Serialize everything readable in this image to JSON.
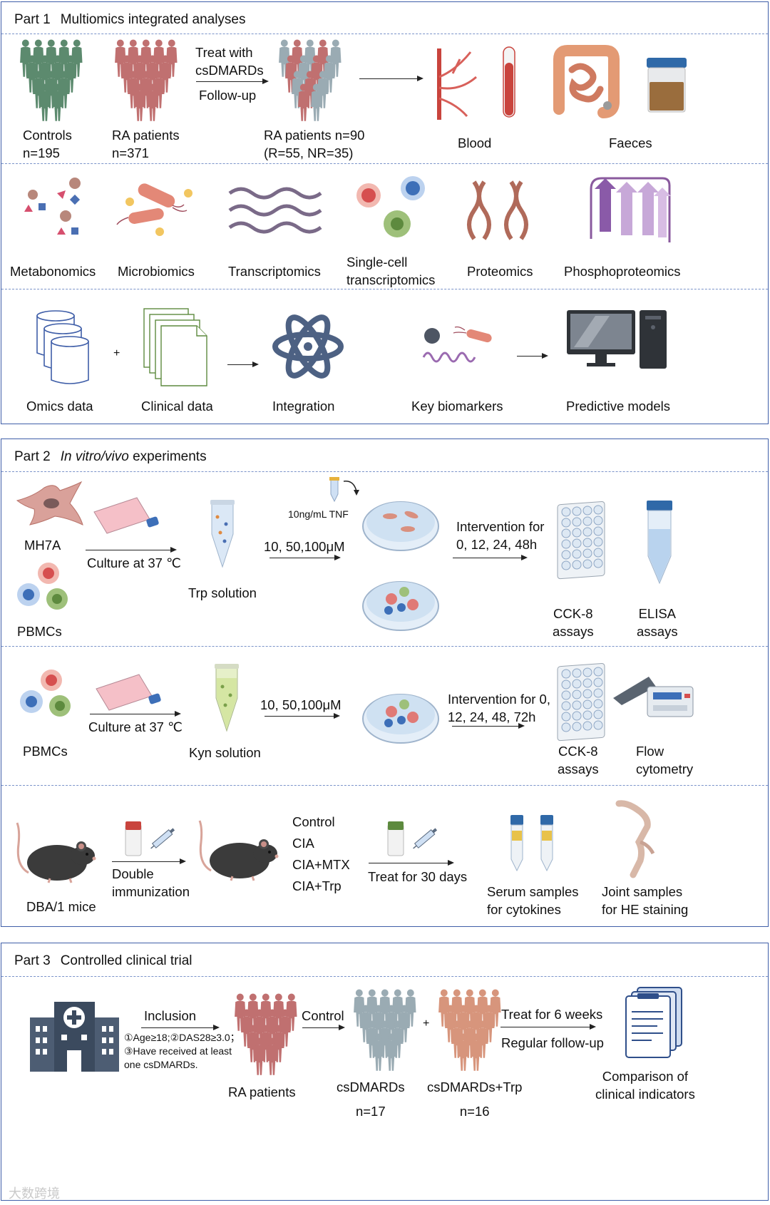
{
  "colors": {
    "border": "#3f5ea8",
    "dash": "#7a93c9",
    "controls": "#5c8a6e",
    "ra": "#c07070",
    "grey": "#9aabb3",
    "trp": "#d7957c"
  },
  "part1": {
    "num": "Part 1",
    "title": "Multiomics integrated analyses",
    "row1": {
      "controls": [
        "Controls",
        "n=195"
      ],
      "ra": [
        "RA patients",
        "n=371"
      ],
      "treat": [
        "Treat with",
        "csDMARDs"
      ],
      "followup": "Follow-up",
      "ra90": [
        "RA patients n=90",
        "(R=55, NR=35)"
      ],
      "blood": "Blood",
      "faeces": "Faeces"
    },
    "row2": {
      "metabonomics": "Metabonomics",
      "microbiomics": "Microbiomics",
      "transcriptomics": "Transcriptomics",
      "singlecell": [
        "Single-cell",
        "transcriptomics"
      ],
      "proteomics": "Proteomics",
      "phospho": "Phosphoproteomics"
    },
    "row3": {
      "omics": "Omics data",
      "plus": "+",
      "clinical": "Clinical data",
      "integration": "Integration",
      "biomarkers": "Key biomarkers",
      "predictive": "Predictive models"
    }
  },
  "part2": {
    "num": "Part 2",
    "title_italic": "In vitro/vivo",
    "title_rest": "experiments",
    "row1": {
      "mh7a": "MH7A",
      "pbmcs": "PBMCs",
      "culture": "Culture at 37 ℃",
      "trp": "Trp solution",
      "conc": "10, 50,100μM",
      "tnf": "10ng/mL TNF",
      "intervention": [
        "Intervention for",
        "0, 12, 24, 48h"
      ],
      "cck8": [
        "CCK-8",
        "assays"
      ],
      "elisa": [
        "ELISA",
        "assays"
      ]
    },
    "row2": {
      "pbmcs": "PBMCs",
      "culture": "Culture at 37 ℃",
      "kyn": "Kyn solution",
      "conc": "10, 50,100μM",
      "intervention": [
        "Intervention for 0,",
        "12, 24, 48, 72h"
      ],
      "cck8": [
        "CCK-8",
        "assays"
      ],
      "flow": [
        "Flow",
        "cytometry"
      ]
    },
    "row3": {
      "mice": "DBA/1 mice",
      "immunization": [
        "Double",
        "immunization"
      ],
      "groups": [
        "Control",
        "CIA",
        "CIA+MTX",
        "CIA+Trp"
      ],
      "treat": "Treat for 30 days",
      "serum": [
        "Serum samples",
        "for cytokines"
      ],
      "joint": [
        "Joint samples",
        "for HE staining"
      ]
    }
  },
  "part3": {
    "num": "Part 3",
    "title": "Controlled clinical trial",
    "inclusion": "Inclusion",
    "criteria": [
      "①Age≥18;②DAS28≥3.0；",
      "③Have received at least",
      "one csDMARDs."
    ],
    "ra": "RA patients",
    "control": "Control",
    "plus": "+",
    "csdmards": [
      "csDMARDs",
      "n=17"
    ],
    "csdmardstrp": [
      "csDMARDs+Trp",
      "n=16"
    ],
    "treat": "Treat for 6 weeks",
    "followup": "Regular follow-up",
    "comparison": [
      "Comparison of",
      "clinical indicators"
    ]
  },
  "watermark": "大数跨境"
}
